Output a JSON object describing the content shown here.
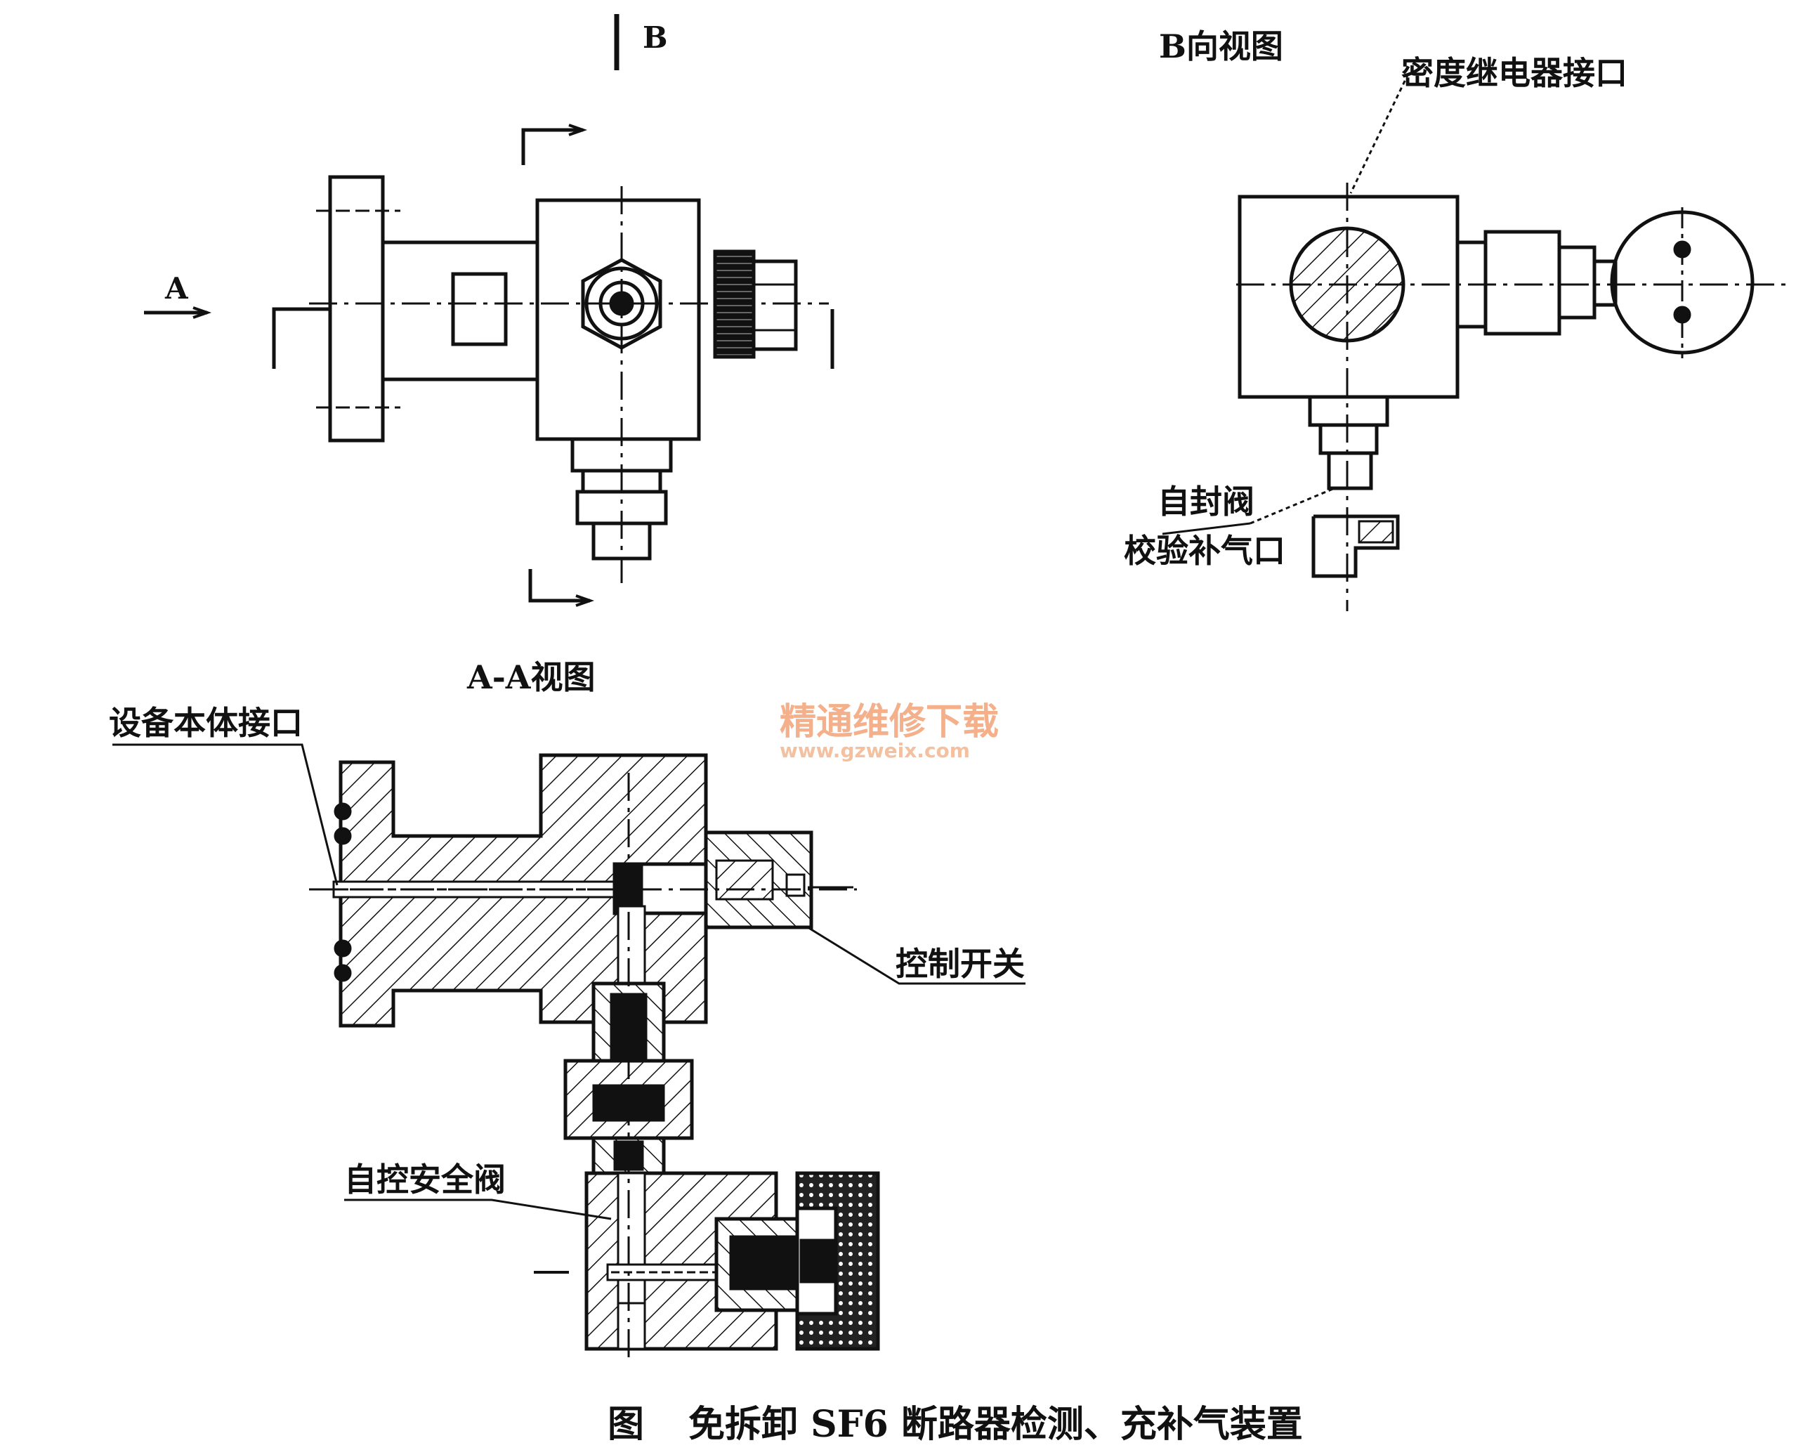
{
  "labels": {
    "b_marker": "B",
    "a_marker": "A",
    "b_view_title": "B向视图",
    "aa_view_title": "A-A视图",
    "density_relay_port": "密度继电器接口",
    "self_seal_valve": "自封阀",
    "check_fill_port": "校验补气口",
    "equipment_body_port": "设备本体接口",
    "control_switch": "控制开关",
    "auto_safety_valve": "自控安全阀"
  },
  "watermark": {
    "title": "精通维修下载",
    "url": "www.gzweix.com"
  },
  "caption": {
    "prefix": "图",
    "text": "免拆卸 SF6 断路器检测、充补气装置"
  }
}
